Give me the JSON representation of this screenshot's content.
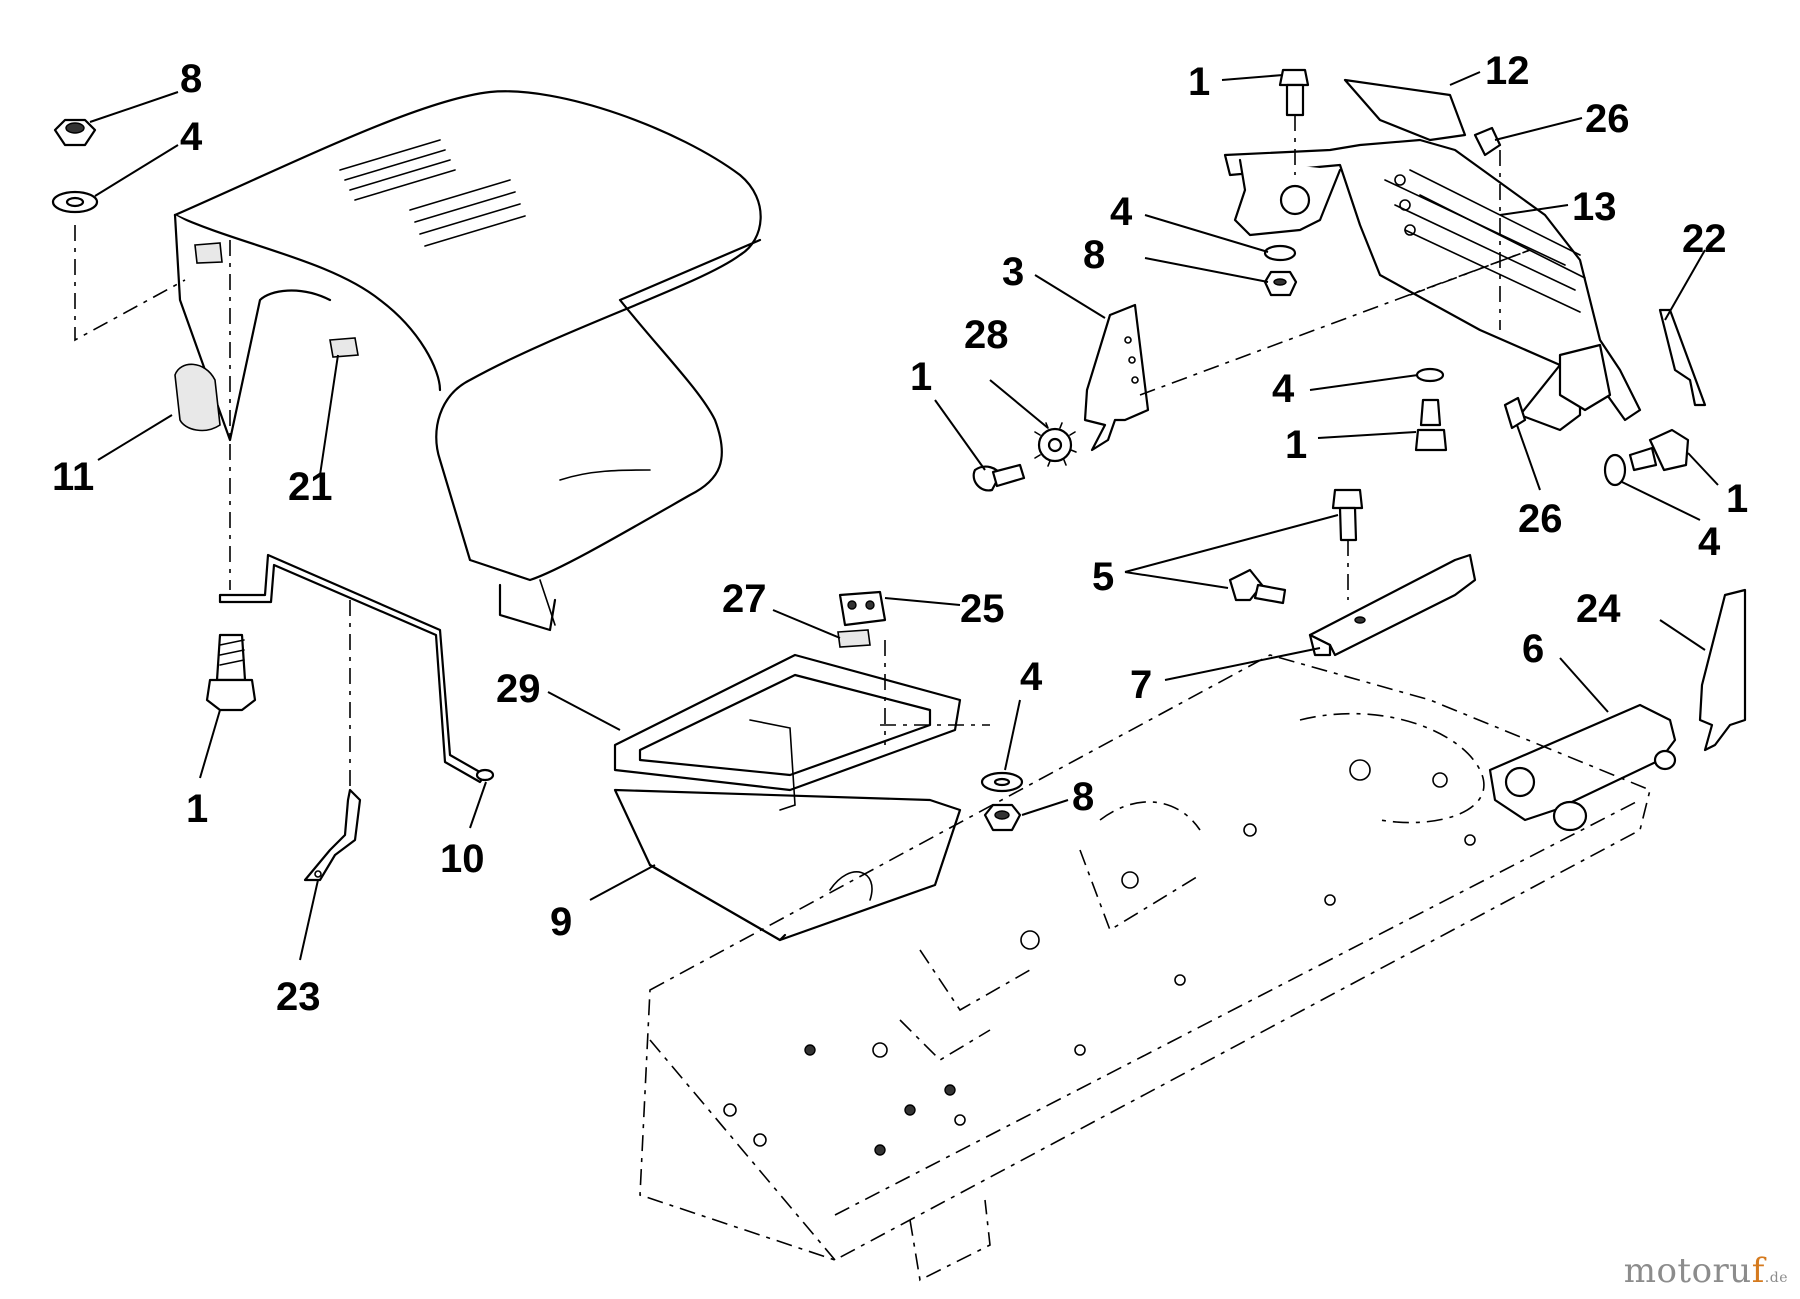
{
  "callouts": {
    "c1a": "1",
    "c1b": "1",
    "c1c": "1",
    "c1d": "1",
    "c1e": "1",
    "c3": "3",
    "c4a": "4",
    "c4b": "4",
    "c4c": "4",
    "c4d": "4",
    "c4e": "4",
    "c5": "5",
    "c6": "6",
    "c7": "7",
    "c8a": "8",
    "c8b": "8",
    "c8c": "8",
    "c9": "9",
    "c10": "10",
    "c11": "11",
    "c12": "12",
    "c13": "13",
    "c21": "21",
    "c22": "22",
    "c23": "23",
    "c24": "24",
    "c25": "25",
    "c26a": "26",
    "c26b": "26",
    "c27": "27",
    "c28": "28",
    "c29": "29"
  },
  "watermark": {
    "main": "motoru",
    "accent": "f",
    "tld": ".de"
  },
  "colors": {
    "ink": "#000000",
    "watermark_grey": "#8c8c8c",
    "watermark_accent": "#d57a1e"
  }
}
